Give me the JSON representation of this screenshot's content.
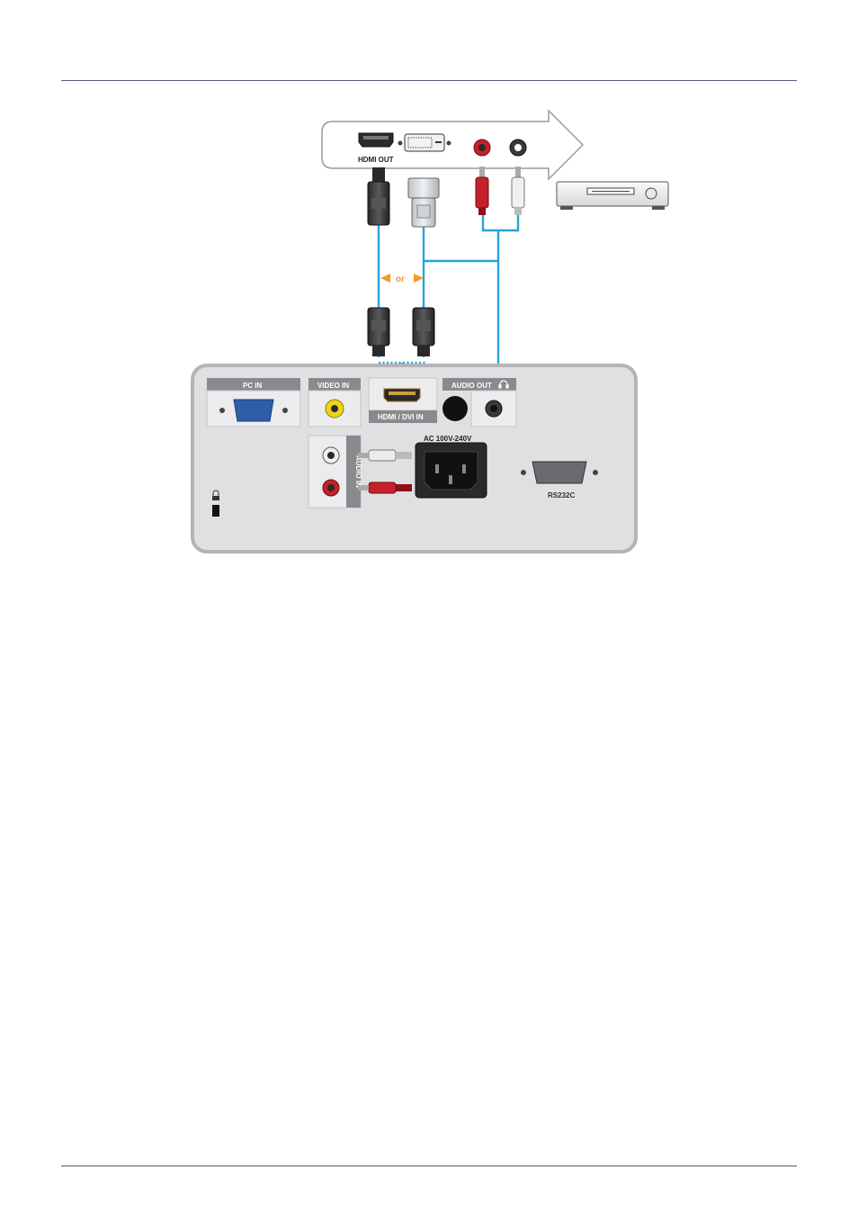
{
  "labels": {
    "hdmi_out": "HDMI OUT",
    "or": "or",
    "pc_in": "PC IN",
    "video_in": "VIDEO IN",
    "hdmi_dvi_in": "HDMI / DVI IN",
    "audio_out": "AUDIO OUT",
    "audio_in": "AUDIO IN",
    "ac_power": "AC 100V-240V",
    "rs232c": "RS232C"
  },
  "colors": {
    "cable": "#29a3dc",
    "arrow_or": "#f29a2e",
    "panel_fill": "#e0e0e2",
    "panel_border": "#b4b4b8",
    "label_tab": "#8a8a8e",
    "vga_blue": "#2e5ea8",
    "rca_red": "#c8202a",
    "rca_white": "#e8e8e8",
    "rca_yellow": "#f1d21a"
  },
  "icons": [
    "hdmi-port-icon",
    "dvi-port-icon",
    "rca-jack-icon",
    "hdmi-plug-icon",
    "dvi-plug-icon",
    "rca-plug-icon",
    "av-device-icon",
    "vga-port-icon",
    "headphone-icon",
    "power-socket-icon",
    "rs232c-port-icon",
    "kensington-lock-icon"
  ]
}
